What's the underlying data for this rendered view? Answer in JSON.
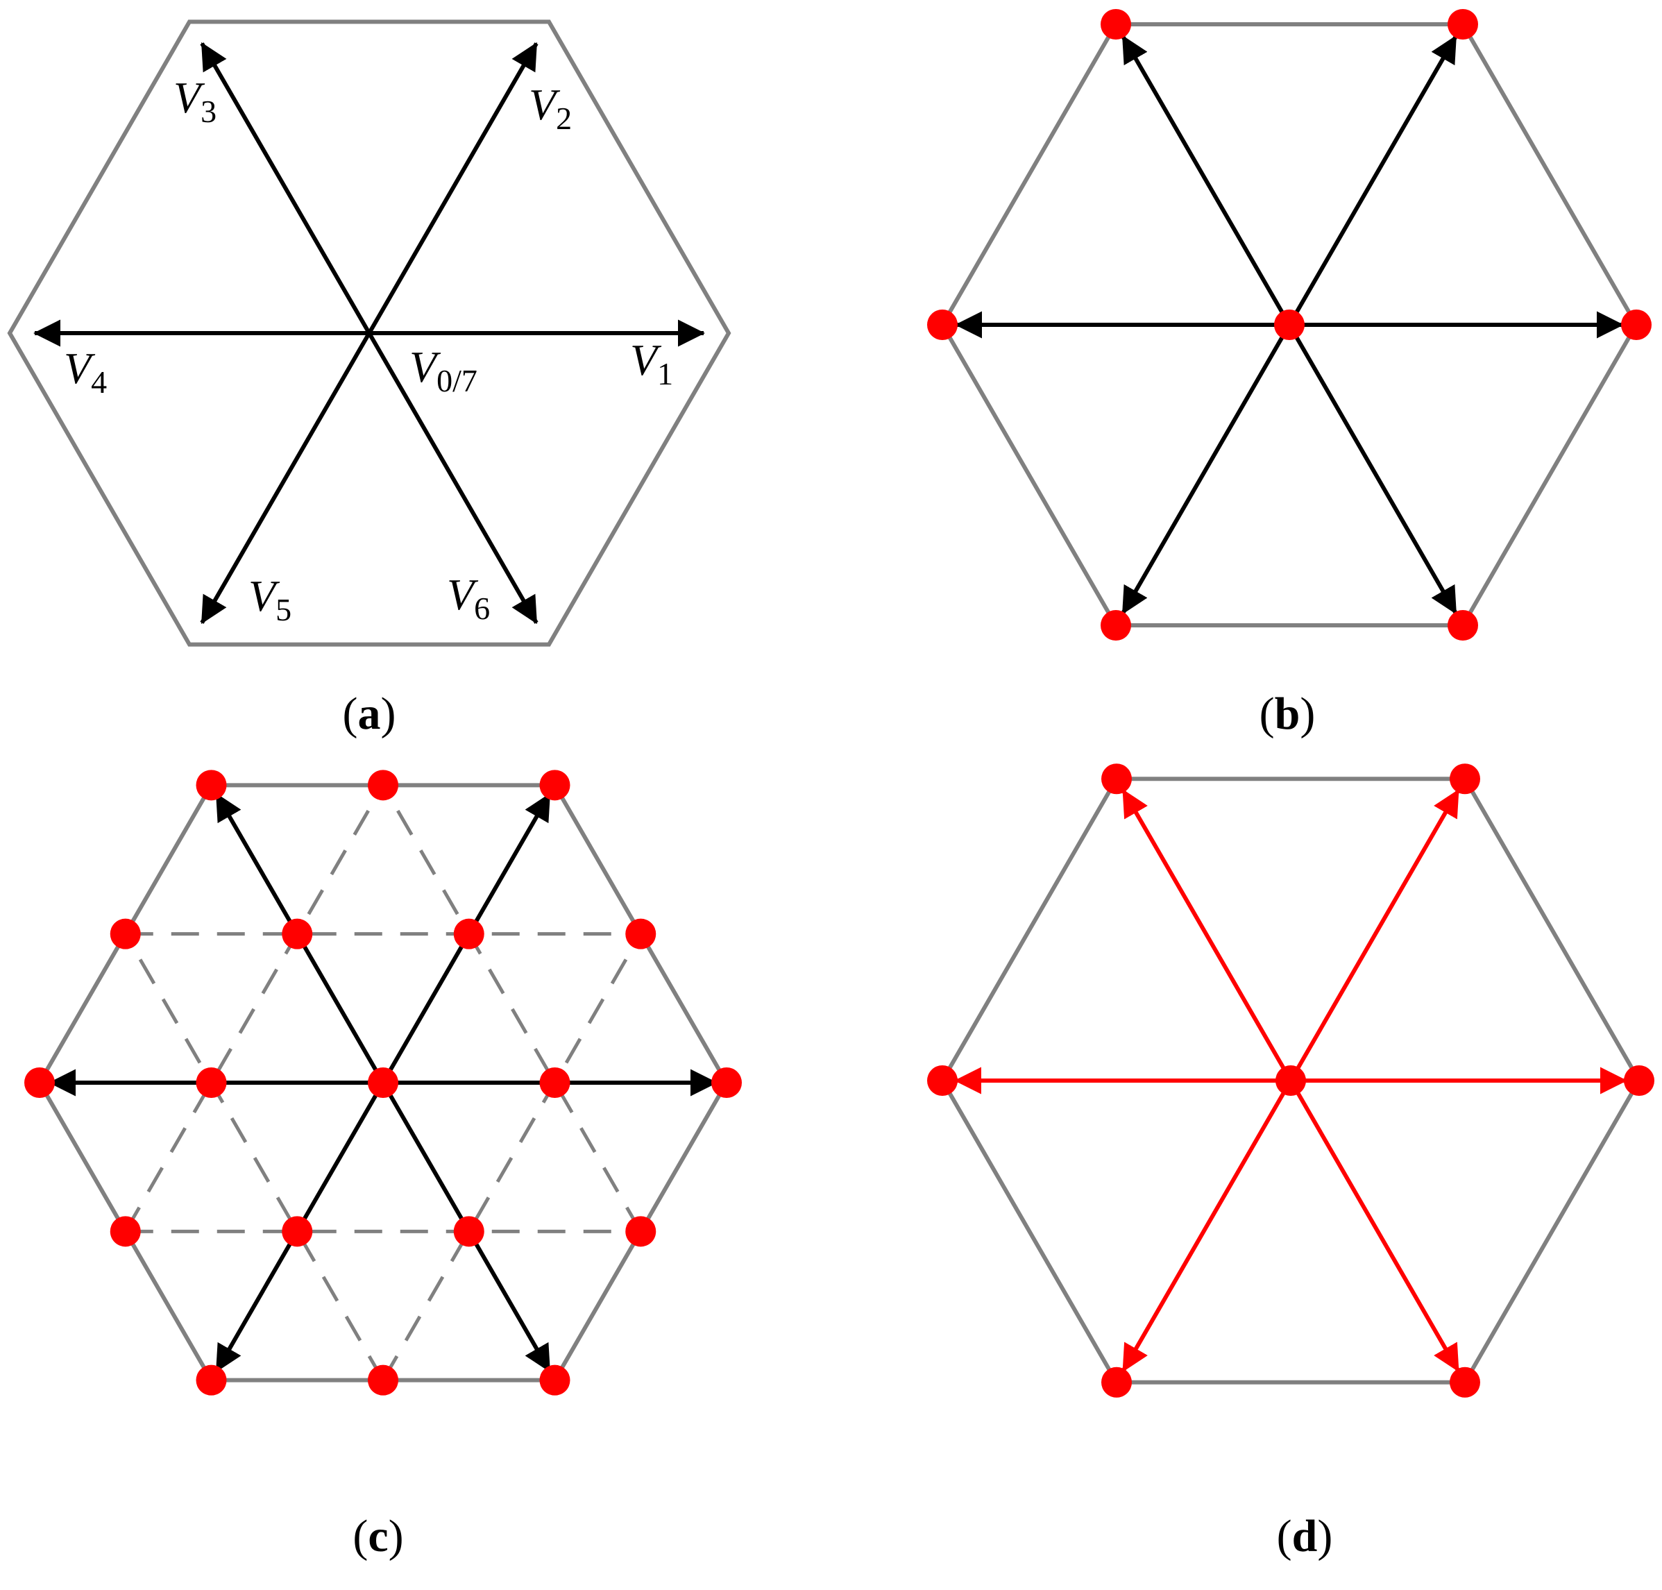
{
  "colors": {
    "hexagon_edge": "#808080",
    "grid_dash": "#808080",
    "vector_black": "#000000",
    "vector_red": "#ff0000",
    "node": "#ff0000"
  },
  "panels": [
    {
      "id": "a",
      "caption": {
        "open": "(",
        "letter": "a",
        "close": ")"
      },
      "vector_color": "black",
      "nodes": "none",
      "labels": [
        {
          "base": "V",
          "sub": "1"
        },
        {
          "base": "V",
          "sub": "2"
        },
        {
          "base": "V",
          "sub": "3"
        },
        {
          "base": "V",
          "sub": "4"
        },
        {
          "base": "V",
          "sub": "5"
        },
        {
          "base": "V",
          "sub": "6"
        },
        {
          "base": "V",
          "sub": "0/7"
        }
      ]
    },
    {
      "id": "b",
      "caption": {
        "open": "(",
        "letter": "b",
        "close": ")"
      },
      "vector_color": "black",
      "nodes": "vertices-and-center",
      "labels": []
    },
    {
      "id": "c",
      "caption": {
        "open": "(",
        "letter": "c",
        "close": ")"
      },
      "vector_color": "black",
      "nodes": "three-level-grid",
      "labels": []
    },
    {
      "id": "d",
      "caption": {
        "open": "(",
        "letter": "d",
        "close": ")"
      },
      "vector_color": "red",
      "nodes": "vertices-and-center",
      "labels": []
    }
  ]
}
